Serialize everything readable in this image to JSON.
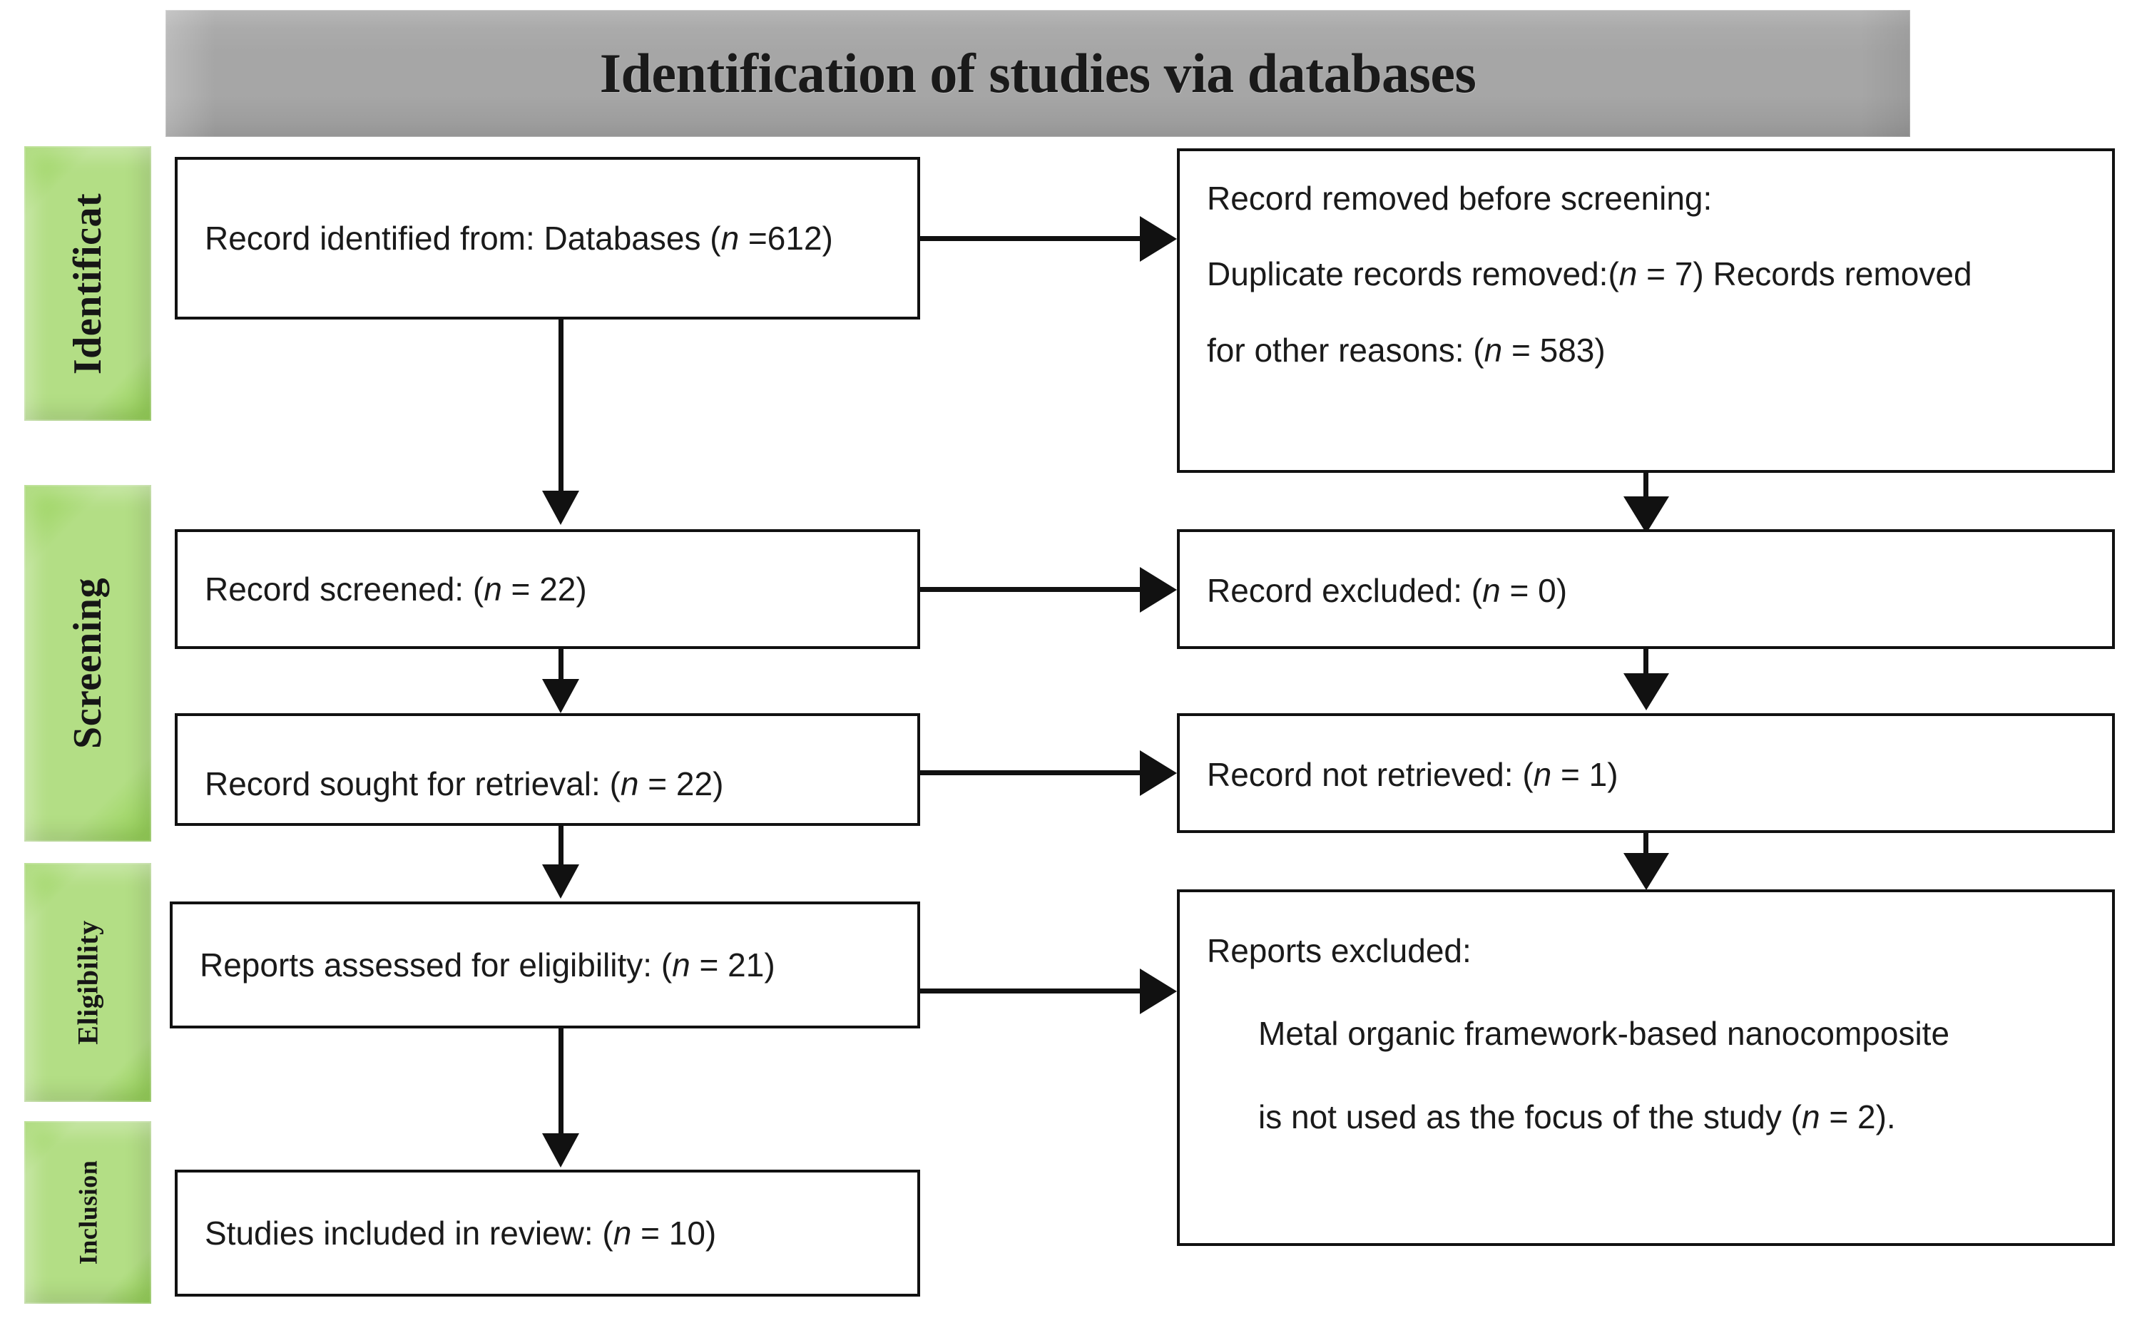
{
  "banner": {
    "title": "Identification of studies via databases"
  },
  "stages": [
    {
      "id": "identification",
      "label": "Identificat"
    },
    {
      "id": "screening",
      "label": "Screening"
    },
    {
      "id": "eligibility",
      "label": "Eligibility"
    },
    {
      "id": "inclusion",
      "label": "Inclusion"
    }
  ],
  "boxes": {
    "identified": {
      "line1_a": "Record identified from: Databases (",
      "line1_n": "n",
      "line1_b": " =612)"
    },
    "removed": {
      "line1": "Record removed before screening:",
      "line2_a": "Duplicate records removed:(",
      "line2_n": "n",
      "line2_b": " = 7) Records removed",
      "line3_a": "for other reasons: (",
      "line3_n": "n",
      "line3_b": " = 583)"
    },
    "screened": {
      "line1_a": "Record screened: (",
      "line1_n": "n",
      "line1_b": " = 22)"
    },
    "excluded_records": {
      "line1_a": "Record excluded: (",
      "line1_n": "n",
      "line1_b": " = 0)"
    },
    "sought": {
      "line1_a": "Record sought for retrieval: (",
      "line1_n": "n",
      "line1_b": " = 22)"
    },
    "not_retrieved": {
      "line1_a": "Record not retrieved: (",
      "line1_n": "n",
      "line1_b": " = 1)"
    },
    "eligibility": {
      "line1_a": "Reports assessed for eligibility:  (",
      "line1_n": "n",
      "line1_b": " = 21)"
    },
    "reports_excluded": {
      "line1": "Reports excluded:",
      "line2": "Metal organic framework-based nanocomposite",
      "line3_a": "is not used as the focus of the study (",
      "line3_n": "n",
      "line3_b": " = 2)."
    },
    "included": {
      "line1_a": "Studies included in review: (",
      "line1_n": "n",
      "line1_b": " = 10)"
    }
  },
  "colors": {
    "stage_green": "#92d050",
    "banner_gray": "#a6a6a6",
    "stroke": "#111111"
  }
}
